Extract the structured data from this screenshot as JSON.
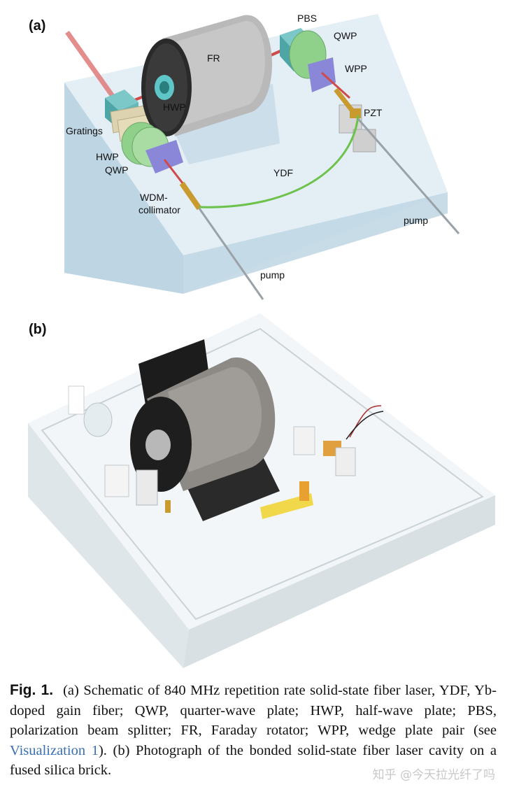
{
  "panel_a": {
    "label": "(a)",
    "labels": {
      "fr": "FR",
      "pbs": "PBS",
      "qwp_top": "QWP",
      "wpp": "WPP",
      "hwp_fr": "HWP",
      "gratings": "Gratings",
      "hwp_left": "HWP",
      "qwp_left": "QWP",
      "pzt": "PZT",
      "ydf": "YDF",
      "wdm_line1": "WDM-",
      "wdm_line2": "collimator",
      "pump_right": "pump",
      "pump_bottom": "pump"
    }
  },
  "panel_b": {
    "label": "(b)"
  },
  "caption": {
    "fig_no": "Fig. 1.",
    "text_before_link": "(a) Schematic of 840 MHz repetition rate solid-state fiber laser, YDF, Yb-doped gain fiber; QWP, quarter-wave plate; HWP, half-wave plate; PBS, polarization beam splitter; FR, Faraday rotator; WPP, wedge plate pair (see ",
    "link_text": "Visualization 1",
    "text_after_link": "). (b) Photograph of the bonded solid-state fiber laser cavity on a fused silica brick."
  },
  "watermark": "知乎 @今天拉光纤了吗",
  "colors": {
    "glass": "#d6e6f0",
    "laser_beam": "#e07a7a",
    "fiber_green": "#6cc24a",
    "waveplate_green": "#8fd08a",
    "wpp_purple": "#8a86d8",
    "pbs_teal": "#5fb5b5",
    "ferrule_gold": "#c99a2e",
    "link_blue": "#3a6fb0"
  }
}
